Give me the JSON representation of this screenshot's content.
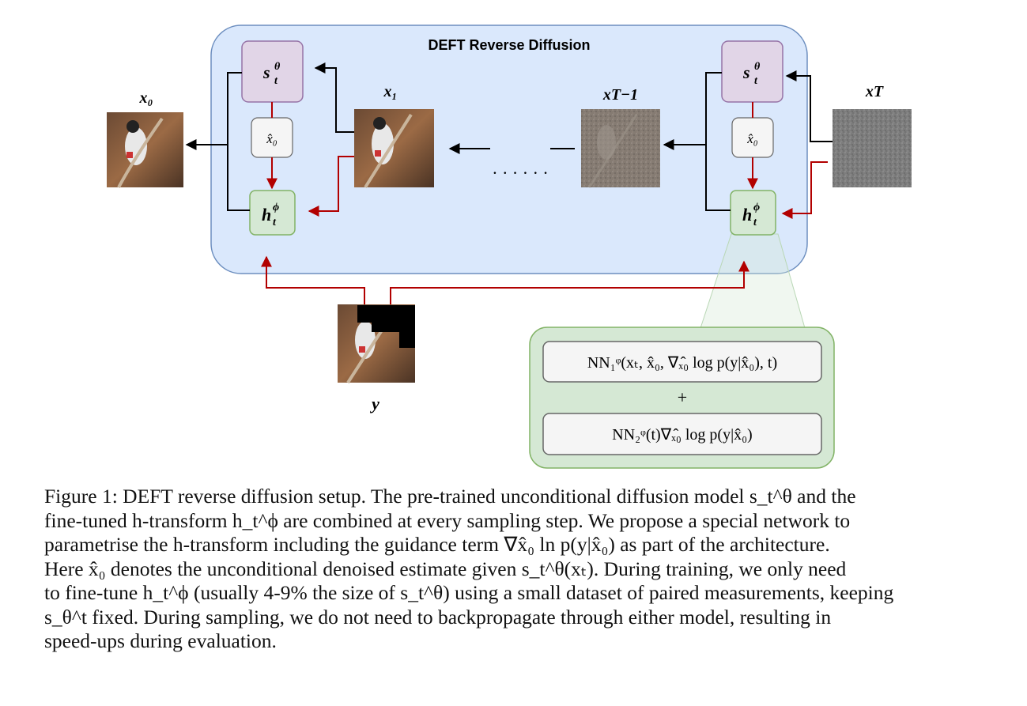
{
  "diagram": {
    "title": "DEFT Reverse Diffusion",
    "labels": {
      "x0": "x₀",
      "x1": "x₁",
      "xT_minus_1": "xT−1",
      "xT": "xT",
      "y": "y",
      "ellipsis": "· · · · · ·"
    },
    "score_model_left": "s",
    "score_model_right": "s",
    "score_sup": "θ",
    "score_sub": "t",
    "h_left": "h",
    "h_right": "h",
    "h_sup": "ϕ",
    "h_sub": "t",
    "xhat_left": "x̂₀",
    "xhat_right": "x̂₀",
    "nn_box_1": "NN₁ᵠ(xₜ, x̂₀, ∇ₓ̂₀ log p(y|x̂₀), t)",
    "nn_plus": "+",
    "nn_box_2": "NN₂ᵠ(t)∇ₓ̂₀ log p(y|x̂₀)",
    "colors": {
      "panel_fill": "#dae8fc",
      "panel_stroke": "#6c8ebf",
      "score_fill": "#e1d5e7",
      "score_stroke": "#9673a6",
      "h_fill": "#d5e8d4",
      "h_stroke": "#82b366",
      "xhat_fill": "#f5f5f5",
      "xhat_stroke": "#666666",
      "red_arrow": "#b20000",
      "black_arrow": "#000000"
    }
  },
  "caption": {
    "lines": [
      "Figure 1: DEFT reverse diffusion setup. The pre-trained unconditional diffusion model s_t^θ and the",
      "fine-tuned h-transform h_t^ϕ are combined at every sampling step. We propose a special network to",
      "parametrise the h-transform including the guidance term ∇x̂₀ ln p(y|x̂₀) as part of the architecture.",
      "Here x̂₀ denotes the unconditional denoised estimate given s_t^θ(xₜ). During training, we only need",
      "to fine-tune h_t^ϕ (usually 4-9% the size of s_t^θ) using a small dataset of paired measurements, keeping",
      "s_θ^t fixed. During sampling, we do not need to backpropagate through either model, resulting in",
      "speed-ups during evaluation."
    ]
  }
}
